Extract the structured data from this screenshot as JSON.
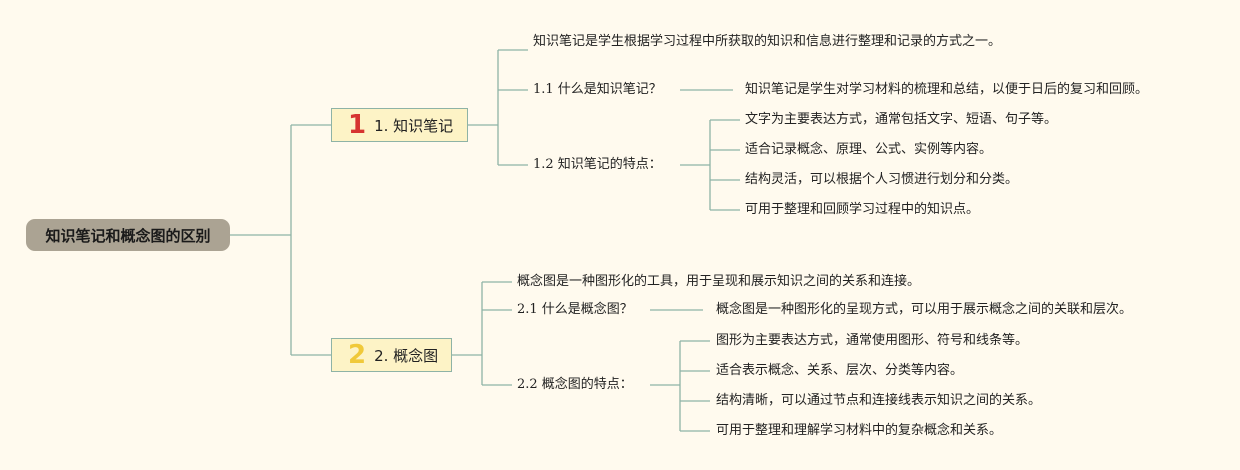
{
  "root": {
    "label": "知识笔记和概念图的区别"
  },
  "branches": [
    {
      "number": "1",
      "number_color": "#d6332f",
      "label": "1. 知识笔记",
      "intro": "知识笔记是学生根据学习过程中所获取的知识和信息进行整理和记录的方式之一。",
      "subs": [
        {
          "label": "1.1 什么是知识笔记？",
          "items": [
            "知识笔记是学生对学习材料的梳理和总结，以便于日后的复习和回顾。"
          ]
        },
        {
          "label": "1.2 知识笔记的特点：",
          "items": [
            "文字为主要表达方式，通常包括文字、短语、句子等。",
            "适合记录概念、原理、公式、实例等内容。",
            "结构灵活，可以根据个人习惯进行划分和分类。",
            "可用于整理和回顾学习过程中的知识点。"
          ]
        }
      ]
    },
    {
      "number": "2",
      "number_color": "#f0c93a",
      "label": "2. 概念图",
      "intro": "概念图是一种图形化的工具，用于呈现和展示知识之间的关系和连接。",
      "subs": [
        {
          "label": "2.1 什么是概念图？",
          "items": [
            "概念图是一种图形化的呈现方式，可以用于展示概念之间的关联和层次。"
          ]
        },
        {
          "label": "2.2 概念图的特点：",
          "items": [
            "图形为主要表达方式，通常使用图形、符号和线条等。",
            "适合表示概念、关系、层次、分类等内容。",
            "结构清晰，可以通过节点和连接线表示知识之间的关系。",
            "可用于整理和理解学习材料中的复杂概念和关系。"
          ]
        }
      ]
    }
  ],
  "colors": {
    "line": "#8eb3a6",
    "root_bg": "#aba393",
    "branch_bg": "#fdf3c6",
    "background": "#fffaee"
  }
}
